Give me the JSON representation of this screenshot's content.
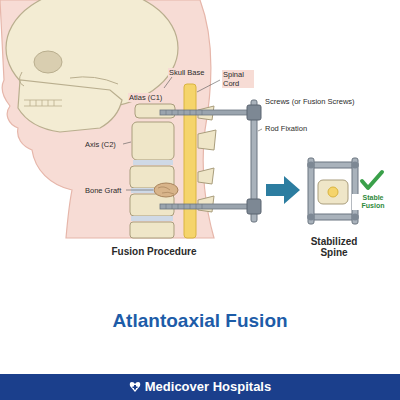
{
  "diagram": {
    "title": "Atlantoaxial Fusion",
    "nodes": [
      {
        "text": [
          "Medicover Hospitals"
        ]
      }
    ],
    "labels": [
      "Skull Base",
      "Spinal Cord",
      "Atlas (C1)",
      "Screws (or Fusion Screws)",
      "Rod Fixation",
      "Axis (C2)",
      "Bone Graft",
      "Stable Fusion",
      "Fusion Procedure",
      "Stabilized Spine"
    ]
  }
}
